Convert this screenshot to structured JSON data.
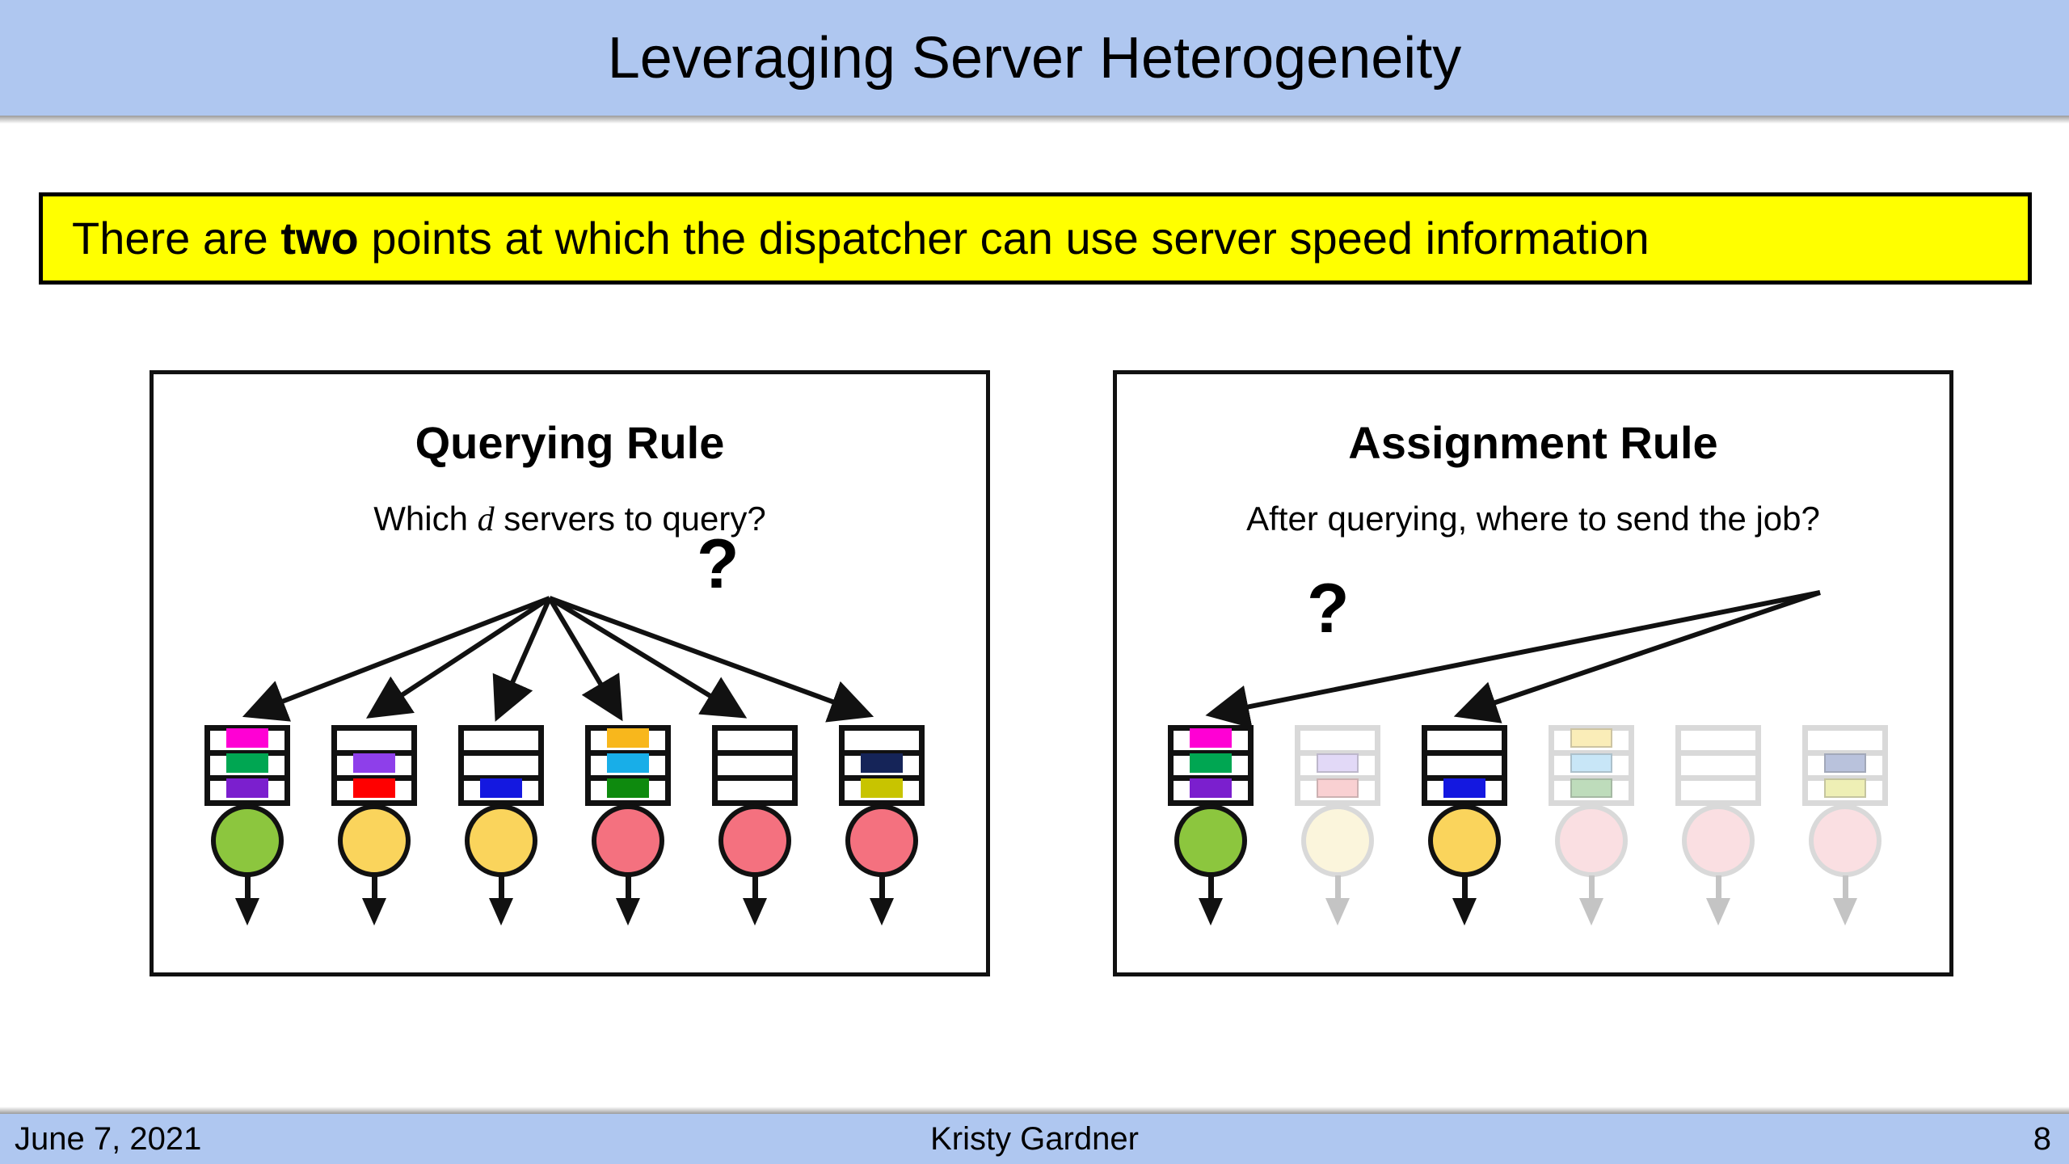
{
  "slide": {
    "title": "Leveraging Server Heterogeneity",
    "title_bar_color": "#AFC7F0",
    "callout": {
      "text_before": "There are ",
      "bold_word": "two",
      "text_after": " points at which the dispatcher can use server speed information",
      "background": "#FFFF00",
      "border_color": "#000000"
    }
  },
  "panels": [
    {
      "id": "querying",
      "title": "Querying Rule",
      "subtitle_before": "Which ",
      "subtitle_italic": "d",
      "subtitle_after": " servers to query?",
      "question_mark": "?",
      "dispatcher_arrows": 6,
      "servers": [
        {
          "index": 1,
          "speed_color": "#8CC63E",
          "active": true,
          "jobs": [
            "#FF00D4",
            "#00A652",
            "#7B1FCE"
          ]
        },
        {
          "index": 2,
          "speed_color": "#FAD45C",
          "active": true,
          "jobs": [
            null,
            "#8E3FEA",
            "#FF0000"
          ]
        },
        {
          "index": 3,
          "speed_color": "#FAD45C",
          "active": true,
          "jobs": [
            null,
            null,
            "#1418E0"
          ]
        },
        {
          "index": 4,
          "speed_color": "#F4717F",
          "active": true,
          "jobs": [
            "#F8B71C",
            "#18AEE8",
            "#0E8A0E"
          ]
        },
        {
          "index": 5,
          "speed_color": "#F4717F",
          "active": true,
          "jobs": [
            null,
            null,
            null
          ]
        },
        {
          "index": 6,
          "speed_color": "#F4717F",
          "active": true,
          "jobs": [
            null,
            "#152458",
            "#C8C400"
          ]
        }
      ]
    },
    {
      "id": "assignment",
      "title": "Assignment Rule",
      "subtitle_before": "After querying, where to send the job?",
      "subtitle_italic": "",
      "subtitle_after": "",
      "question_mark": "?",
      "dispatcher_arrows": 2,
      "arrow_targets": [
        1,
        3
      ],
      "servers": [
        {
          "index": 1,
          "speed_color": "#8CC63E",
          "active": true,
          "jobs": [
            "#FF00D4",
            "#00A652",
            "#7B1FCE"
          ]
        },
        {
          "index": 2,
          "speed_color": "#FBF5DC",
          "active": false,
          "jobs": [
            null,
            "#E2D9F7",
            "#F9D0D2"
          ]
        },
        {
          "index": 3,
          "speed_color": "#FAD45C",
          "active": true,
          "jobs": [
            null,
            null,
            "#1418E0"
          ]
        },
        {
          "index": 4,
          "speed_color": "#FADFE2",
          "active": false,
          "jobs": [
            "#FAEDB8",
            "#C8E6F7",
            "#BEDCBB"
          ]
        },
        {
          "index": 5,
          "speed_color": "#FADFE2",
          "active": false,
          "jobs": [
            null,
            null,
            null
          ]
        },
        {
          "index": 6,
          "speed_color": "#FADFE2",
          "active": false,
          "jobs": [
            null,
            "#B9C2DC",
            "#EEEFB5"
          ]
        }
      ]
    }
  ],
  "footer": {
    "date": "June 7, 2021",
    "author": "Kristy Gardner",
    "page_number": "8",
    "bar_color": "#AFC7F0"
  }
}
